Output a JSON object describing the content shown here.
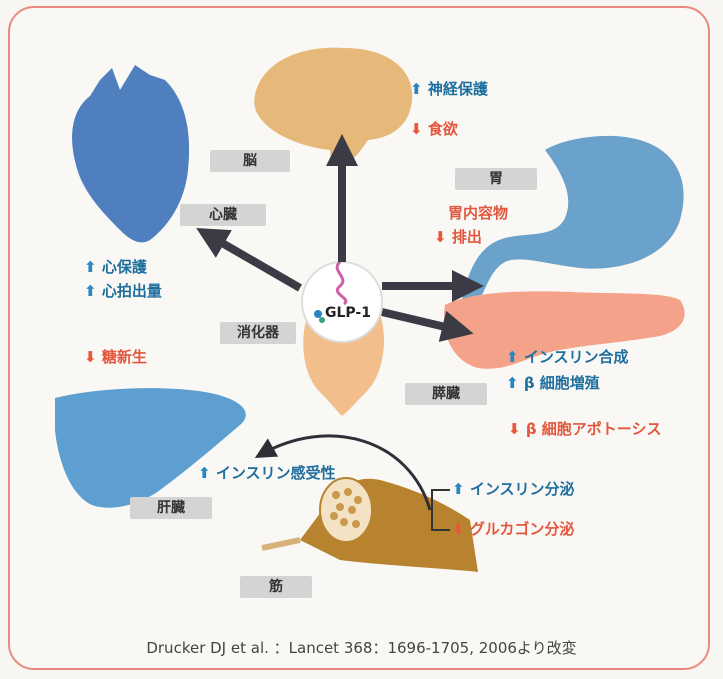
{
  "center": {
    "label": "GLP-1"
  },
  "organs": {
    "brain": "脳",
    "heart": "心臓",
    "stomach": "胃",
    "gut": "消化器",
    "pancreas": "膵臓",
    "liver": "肝臓",
    "muscle": "筋"
  },
  "effects": {
    "brain": [
      {
        "direction": "up",
        "text": "神経保護"
      },
      {
        "direction": "down",
        "text": "食欲"
      }
    ],
    "heart": [
      {
        "direction": "up",
        "text": "心保護"
      },
      {
        "direction": "up",
        "text": "心拍出量"
      }
    ],
    "stomach": [
      {
        "direction": "down",
        "text_line1": "胃内容物",
        "text_line2": "排出"
      }
    ],
    "pancreas": [
      {
        "direction": "up",
        "text": "インスリン合成"
      },
      {
        "direction": "up",
        "text": "β 細胞増殖"
      },
      {
        "direction": "down",
        "text": "β 細胞アポトーシス"
      }
    ],
    "liver": [
      {
        "direction": "down",
        "text": "糖新生"
      },
      {
        "direction": "up",
        "text": "インスリン感受性"
      }
    ],
    "muscle": [
      {
        "direction": "up",
        "text": "インスリン分泌"
      },
      {
        "direction": "down",
        "text": "グルカゴン分泌"
      }
    ]
  },
  "colors": {
    "up_arrow": "#2a86c0",
    "down_arrow": "#e9573b",
    "brain": "#e6b97a",
    "heart": "#4f7fbe",
    "stomach": "#6aa2cc",
    "pancreas": "#f4a28a",
    "gut": "#f2bf8c",
    "liver": "#5c9fd0",
    "muscle": "#b8832f",
    "border": "#e98a82",
    "main_arrow": "#3b3b45"
  },
  "caption": "Drucker DJ et al. ：Lancet 368：1696-1705, 2006より改変"
}
